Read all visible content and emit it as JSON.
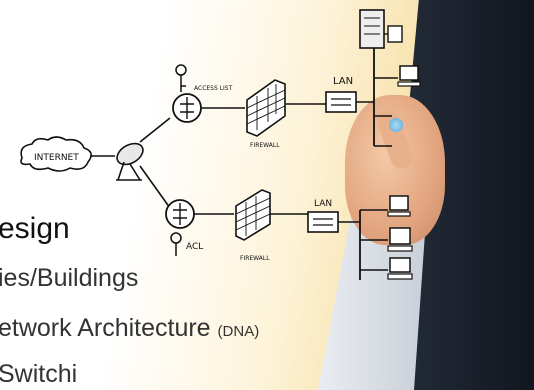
{
  "diagram": {
    "internet": "INTERNET",
    "access_list": "ACCESS LIST",
    "acl": "ACL",
    "firewall": "FIREWALL",
    "lan": "LAN"
  },
  "slide": {
    "title": "esign",
    "line1": "ies/Buildings",
    "line2": "etwork Architecture",
    "line2_small": "(DNA)",
    "line3": "Switchi"
  }
}
